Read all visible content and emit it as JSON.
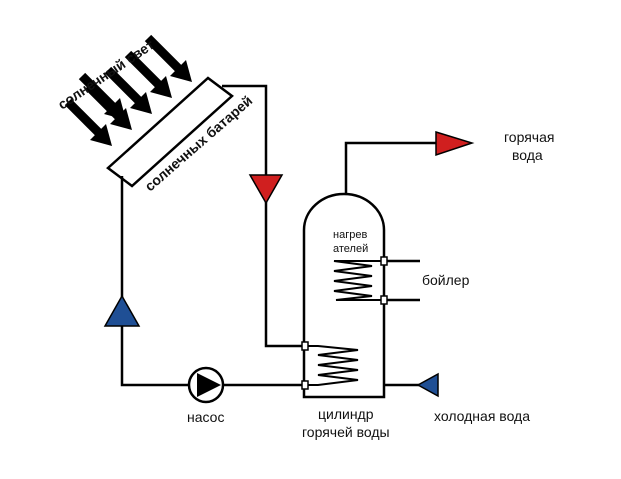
{
  "labels": {
    "sunlight": "солнечный свет",
    "solar_panel": "солнечных батарей",
    "hot_water_line1": "горячая",
    "hot_water_line2": "вода",
    "heater_line1": "нагрев",
    "heater_line2": "ателей",
    "boiler": "бойлер",
    "pump": "насос",
    "cylinder_line1": "цилиндр",
    "cylinder_line2": "горячей воды",
    "cold_water": "холодная вода"
  },
  "colors": {
    "hot_arrow": "#d01f1f",
    "cold_arrow": "#1f4f95",
    "line": "#000000"
  },
  "icons": {
    "sun_rays": "arrow-down-right",
    "pump": "pump-symbol",
    "coil": "heat-exchanger-coil"
  }
}
